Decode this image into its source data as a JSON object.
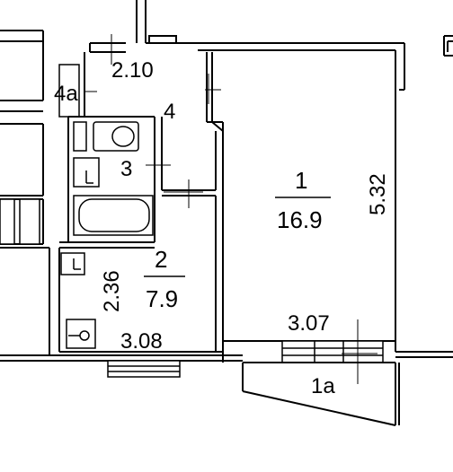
{
  "plan": {
    "rooms": [
      {
        "id": "1",
        "number": "1",
        "area": "16.9"
      },
      {
        "id": "2",
        "number": "2",
        "area": "7.9"
      },
      {
        "id": "3",
        "number": "3"
      },
      {
        "id": "4",
        "number": "4"
      },
      {
        "id": "4a",
        "number": "4a"
      },
      {
        "id": "1a",
        "number": "1a"
      }
    ],
    "dimensions": {
      "hall_width": "2.10",
      "room1_length": "5.32",
      "room2_height": "2.36",
      "room2_width": "3.08",
      "room1_width": "3.07"
    }
  }
}
